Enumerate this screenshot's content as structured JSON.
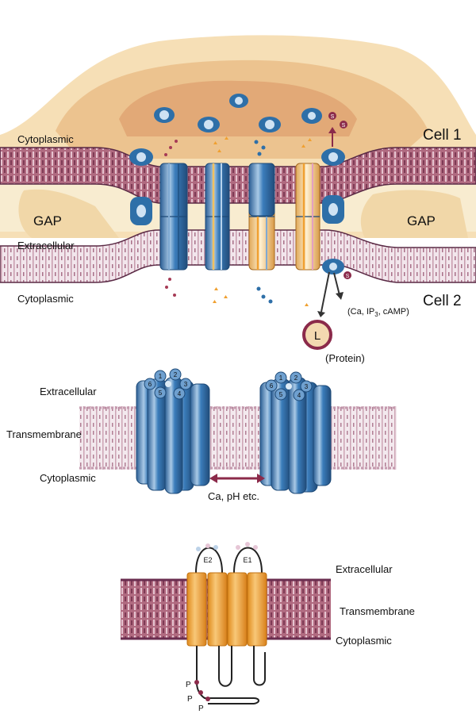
{
  "panel1": {
    "cell1": "Cell 1",
    "cell2": "Cell 2",
    "cytoplasmic_top": "Cytoplasmic",
    "gap_left": "GAP",
    "gap_right": "GAP",
    "extracellular": "Extracellular",
    "cytoplasmic_bottom": "Cytoplasmic",
    "second_messengers": "(Ca, IP",
    "second_messengers_sub": "3",
    "second_messengers_tail": ", cAMP)",
    "ligand_symbol": "L",
    "protein": "(Protein)",
    "s_marker": "S"
  },
  "panel2": {
    "extracellular": "Extracellular",
    "transmembrane": "Transmembrane",
    "cytoplasmic": "Cytoplasmic",
    "gating": "Ca, pH etc.",
    "subunits": [
      "1",
      "2",
      "3",
      "4",
      "5",
      "6"
    ]
  },
  "panel3": {
    "extracellular": "Extracellular",
    "transmembrane": "Transmembrane",
    "cytoplasmic": "Cytoplasmic",
    "loop_e2": "E2",
    "loop_e1": "E1",
    "phospho": "P"
  },
  "colors": {
    "membrane": "#a0506a",
    "membrane_light": "#e8c8d4",
    "cytoplasm": "#f4ddb0",
    "nucleus": "#e9bd8c",
    "channel_blue": "#2e6fa8",
    "channel_light": "#9cc0e0",
    "connexin_orange": "#f0a030",
    "messenger": "#8b2a4a"
  }
}
